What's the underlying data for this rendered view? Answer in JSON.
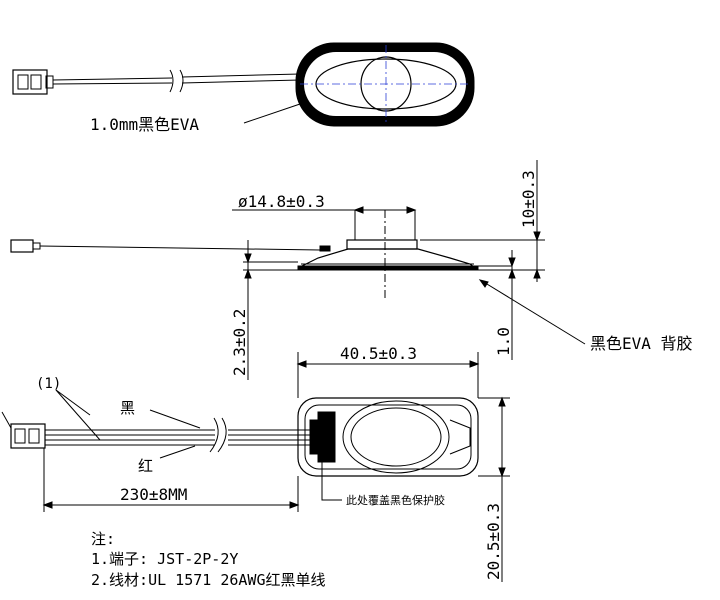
{
  "labels": {
    "eva_top": "1.0mm黑色EVA",
    "dia": "ø14.8±0.3",
    "height": "10±0.3",
    "side_h": "2.3±0.2",
    "thick": "1.0",
    "eva_back": "黑色EVA 背胶",
    "width": "40.5±0.3",
    "wire_mark": "(1)",
    "black": "黑",
    "red": "红",
    "cover_note": "此处覆盖黑色保护胶",
    "length": "230±8MM",
    "depth": "20.5±0.3"
  },
  "notes": {
    "heading": "注:",
    "line1": "1.端子: JST-2P-2Y",
    "line2": "2.线材:UL 1571  26AWG红黑单线"
  },
  "colors": {
    "ink": "#000000",
    "centerline": "#2b3fd6"
  }
}
